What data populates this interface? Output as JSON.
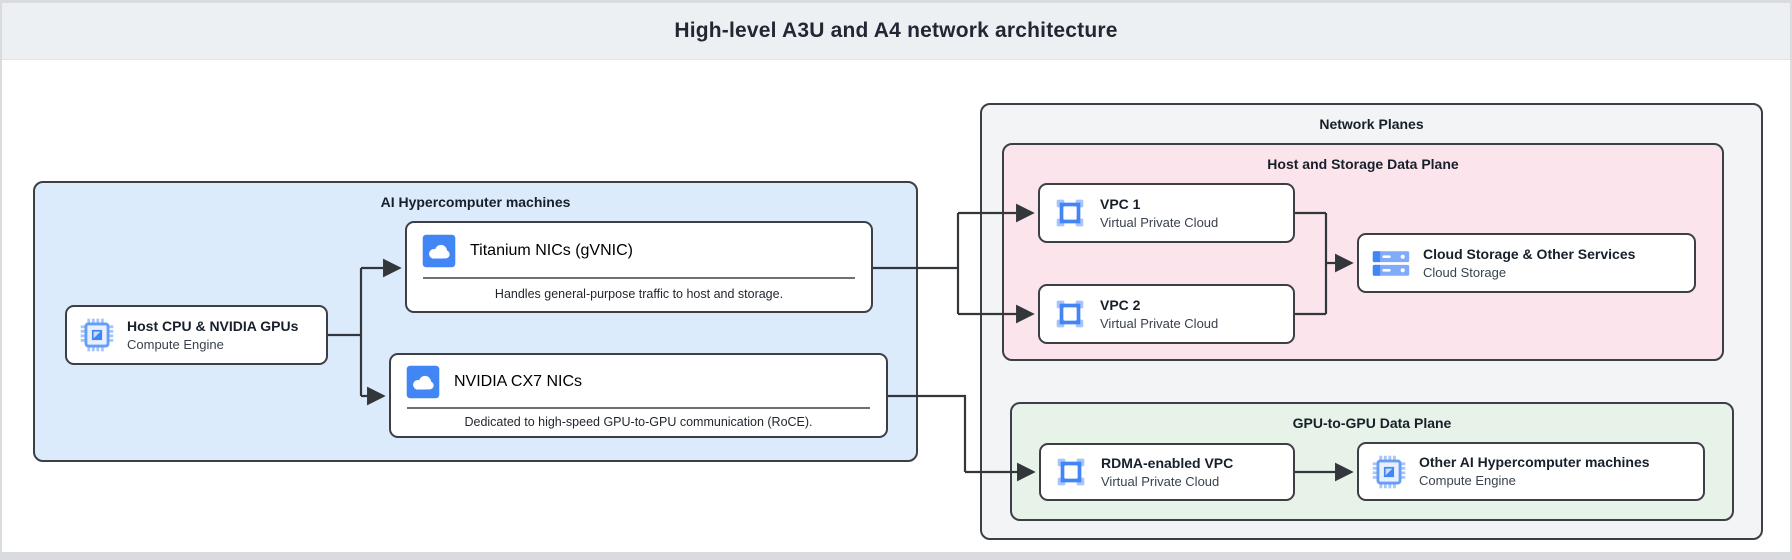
{
  "header": {
    "title": "High-level A3U and A4 network architecture"
  },
  "hypercomputer": {
    "label": "AI Hypercomputer machines",
    "host": {
      "title": "Host CPU & NVIDIA GPUs",
      "subtitle": "Compute Engine",
      "icon": "compute-engine-chip-icon"
    },
    "titanium": {
      "title": "Titanium NICs (gVNIC)",
      "description": "Handles general-purpose traffic to host and storage.",
      "icon": "cloud-nic-icon"
    },
    "cx7": {
      "title": "NVIDIA CX7 NICs",
      "description": "Dedicated to high-speed GPU-to-GPU communication (RoCE).",
      "icon": "cloud-nic-icon"
    }
  },
  "network_planes": {
    "label": "Network Planes",
    "host_storage_plane": {
      "label": "Host and Storage Data Plane",
      "vpc1": {
        "title": "VPC 1",
        "subtitle": "Virtual Private Cloud",
        "icon": "vpc-icon"
      },
      "vpc2": {
        "title": "VPC 2",
        "subtitle": "Virtual Private Cloud",
        "icon": "vpc-icon"
      },
      "storage": {
        "title": "Cloud Storage & Other Services",
        "subtitle": "Cloud Storage",
        "icon": "cloud-storage-icon"
      }
    },
    "gpu_plane": {
      "label": "GPU-to-GPU Data Plane",
      "rdma": {
        "title": "RDMA-enabled VPC",
        "subtitle": "Virtual Private Cloud",
        "icon": "vpc-icon"
      },
      "other": {
        "title": "Other AI Hypercomputer machines",
        "subtitle": "Compute Engine",
        "icon": "compute-engine-chip-icon"
      }
    }
  },
  "colors": {
    "accent_blue": "#4285f4",
    "light_blue_pin": "#a6c5fa",
    "hypercomputer_fill": "#dcebfb",
    "host_storage_fill": "#fbe4ec",
    "gpu_plane_fill": "#e7f3e8",
    "network_planes_fill": "#f3f4f5",
    "border_dark": "#3c4046",
    "wire": "#33373c",
    "header_bg": "#edf0f2"
  }
}
